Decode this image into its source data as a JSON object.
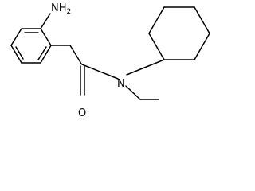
{
  "molecule": {
    "atoms": {
      "amine": {
        "element": "N",
        "hydrogens": "H",
        "count": "2"
      },
      "carbonyl_oxygen": {
        "element": "O"
      },
      "amide_nitrogen": {
        "element": "N"
      }
    }
  },
  "colors": {
    "bond": "#000000",
    "background": "#ffffff"
  }
}
